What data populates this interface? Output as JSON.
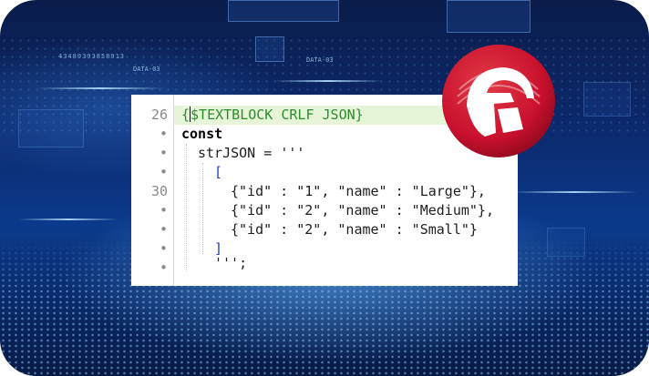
{
  "editor": {
    "line_numbers": [
      {
        "label": ""
      },
      {
        "label": "26"
      },
      {
        "label": "•"
      },
      {
        "label": "•"
      },
      {
        "label": "•"
      },
      {
        "label": "30"
      },
      {
        "label": "•"
      },
      {
        "label": "•"
      },
      {
        "label": "•"
      },
      {
        "label": "•"
      }
    ],
    "lines": [
      {
        "open": "{",
        "directive": "$TEXTBLOCK CRLF JSON",
        "close": "}"
      },
      {
        "keyword": "const"
      },
      {
        "ident": "strJSON",
        "op": " = ",
        "quote": "'''"
      },
      {
        "bracket": "["
      },
      {
        "text": "{\"id\" : \"1\", \"name\" : \"Large\"},"
      },
      {
        "text": "{\"id\" : \"2\", \"name\" : \"Medium\"},"
      },
      {
        "text": "{\"id\" : \"2\", \"name\" : \"Small\"}"
      },
      {
        "bracket": "]"
      },
      {
        "text": "''';"
      }
    ]
  },
  "colors": {
    "directive": "#2e8b2e",
    "line_highlight": "#e6f5d8",
    "square_bracket": "#1a3ad6",
    "logo_red": "#c8102e"
  },
  "background": {
    "readout_left": "43489393858913",
    "readout_right": "DATA-03"
  },
  "logo": {
    "icon": "spartan-helmet-icon"
  }
}
